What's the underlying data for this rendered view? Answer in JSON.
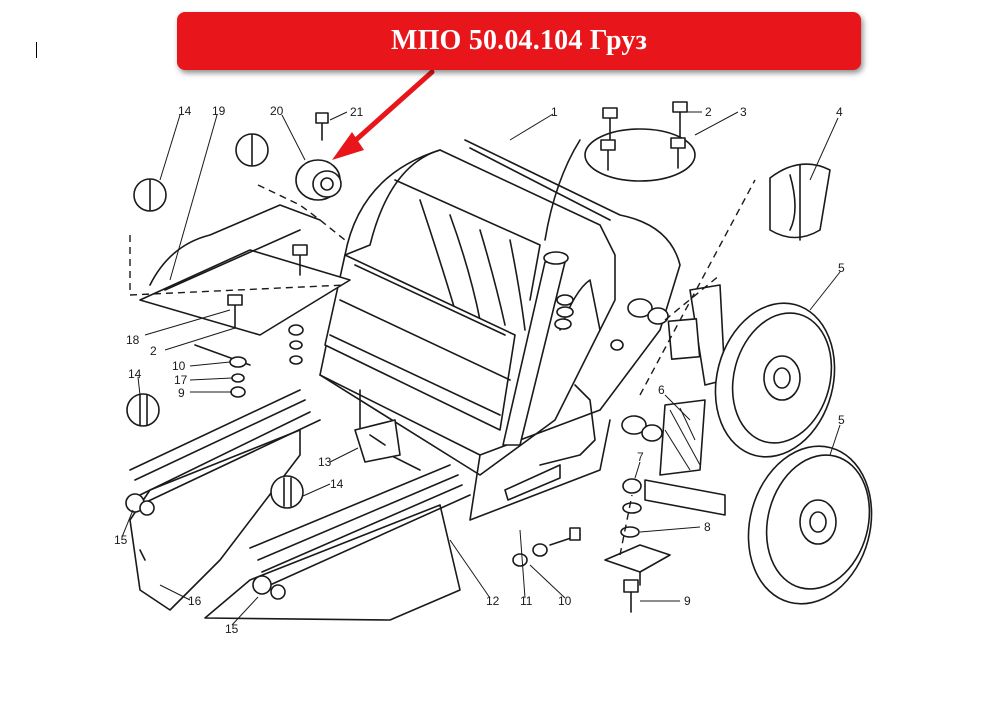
{
  "banner": {
    "title": "МПО 50.04.104 Груз"
  },
  "colors": {
    "banner": "#e8151a",
    "banner_text": "#ffffff",
    "arrow": "#e8151a",
    "lines": "#1a1a1a"
  },
  "callouts": {
    "c1": "1",
    "c2a": "2",
    "c2b": "2",
    "c3": "3",
    "c4": "4",
    "c5a": "5",
    "c5b": "5",
    "c6": "6",
    "c7": "7",
    "c8": "8",
    "c9a": "9",
    "c9b": "9",
    "c10a": "10",
    "c10b": "10",
    "c11": "11",
    "c12": "12",
    "c13": "13",
    "c14a": "14",
    "c14b": "14",
    "c14c": "14",
    "c15a": "15",
    "c15b": "15",
    "c16": "16",
    "c17": "17",
    "c18": "18",
    "c19": "19",
    "c20": "20",
    "c21": "21"
  }
}
